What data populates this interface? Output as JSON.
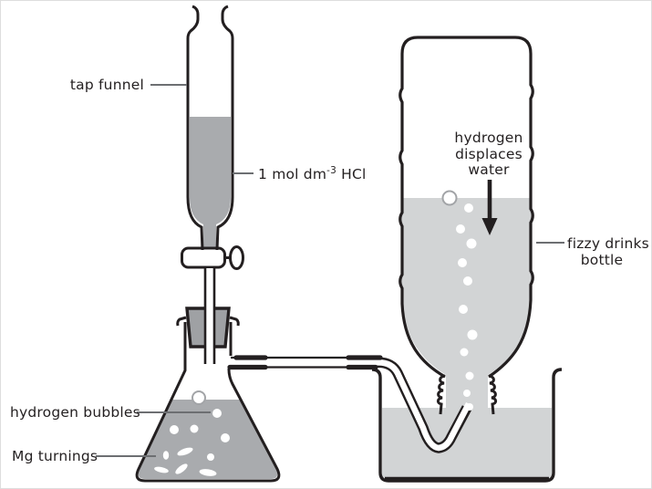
{
  "labels": {
    "tap_funnel": "tap funnel",
    "hcl_prefix": "1 mol dm",
    "hcl_sup": "-3",
    "hcl_suffix": " HCl",
    "hydrogen_displaces_1": "hydrogen",
    "hydrogen_displaces_2": "displaces",
    "hydrogen_displaces_3": "water",
    "fizzy_1": "fizzy drinks",
    "fizzy_2": "bottle",
    "hydrogen_bubbles": "hydrogen bubbles",
    "mg_turnings": "Mg turnings"
  },
  "colors": {
    "ink": "#231f20",
    "text": "#231f20",
    "acid": "#a9abae",
    "water": "#d2d4d5",
    "bung": "#9fa1a4",
    "leader": "#6d6f72",
    "bubble_rim": "#a2a4a7"
  }
}
